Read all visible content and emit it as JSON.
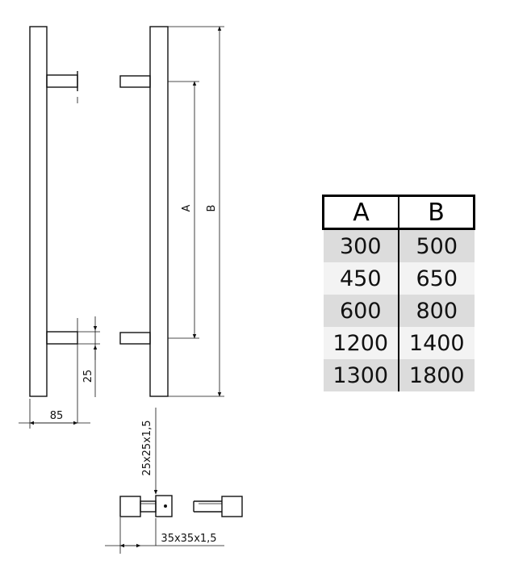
{
  "table": {
    "headers": [
      "A",
      "B"
    ],
    "rows": [
      [
        "300",
        "500"
      ],
      [
        "450",
        "650"
      ],
      [
        "600",
        "800"
      ],
      [
        "1200",
        "1400"
      ],
      [
        "1300",
        "1800"
      ]
    ]
  },
  "dimensions": {
    "a_label": "A",
    "b_label": "B",
    "depth": "85",
    "offset": "25",
    "bar_section": "25x25x1,5",
    "post_section": "35x35x1,5"
  },
  "colors": {
    "line": "#111111",
    "row_dark": "#dcdcdc",
    "row_light": "#f3f3f3"
  }
}
